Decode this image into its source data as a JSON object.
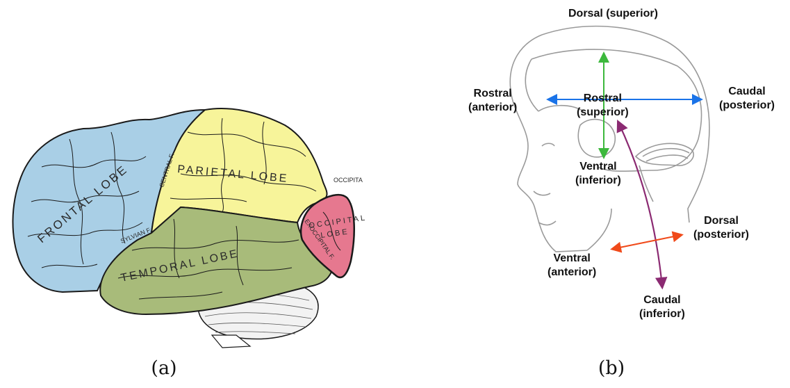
{
  "panel_a": {
    "caption": "(a)",
    "labels": {
      "frontal": "FRONTAL LOBE",
      "parietal": "PARIETAL LOBE",
      "temporal": "TEMPORAL LOBE",
      "occipital_1": "OCCIPITAL",
      "occipital_2": "LOBE",
      "sylvian": "SYLVIAN F.",
      "central": "CENTRAL F.",
      "occipita": "OCCIPITA",
      "exoccipital": "EXOCCIPITAL F."
    },
    "colors": {
      "frontal": "#a9cfe6",
      "parietal": "#f7f49a",
      "temporal": "#a8bb7a",
      "occipital": "#e6788f",
      "cerebellum": "#f2f2f2",
      "outline": "#1a1a1a"
    }
  },
  "panel_b": {
    "caption": "(b)",
    "labels": {
      "dorsal_superior": [
        "Dorsal (superior)"
      ],
      "rostral_anterior": [
        "Rostral",
        "(anterior)"
      ],
      "rostral_superior": [
        "Rostral",
        "(superior)"
      ],
      "caudal_posterior": [
        "Caudal",
        "(posterior)"
      ],
      "ventral_inferior": [
        "Ventral",
        "(inferior)"
      ],
      "dorsal_posterior": [
        "Dorsal",
        "(posterior)"
      ],
      "ventral_anterior": [
        "Ventral",
        "(anterior)"
      ],
      "caudal_inferior": [
        "Caudal",
        "(inferior)"
      ]
    },
    "arrow_colors": {
      "vertical": "#3cb83c",
      "horizontal": "#1a73e8",
      "spinal": "#8b2a72",
      "neck": "#f04a1a"
    },
    "head_outline_color": "#9a9a9a"
  }
}
